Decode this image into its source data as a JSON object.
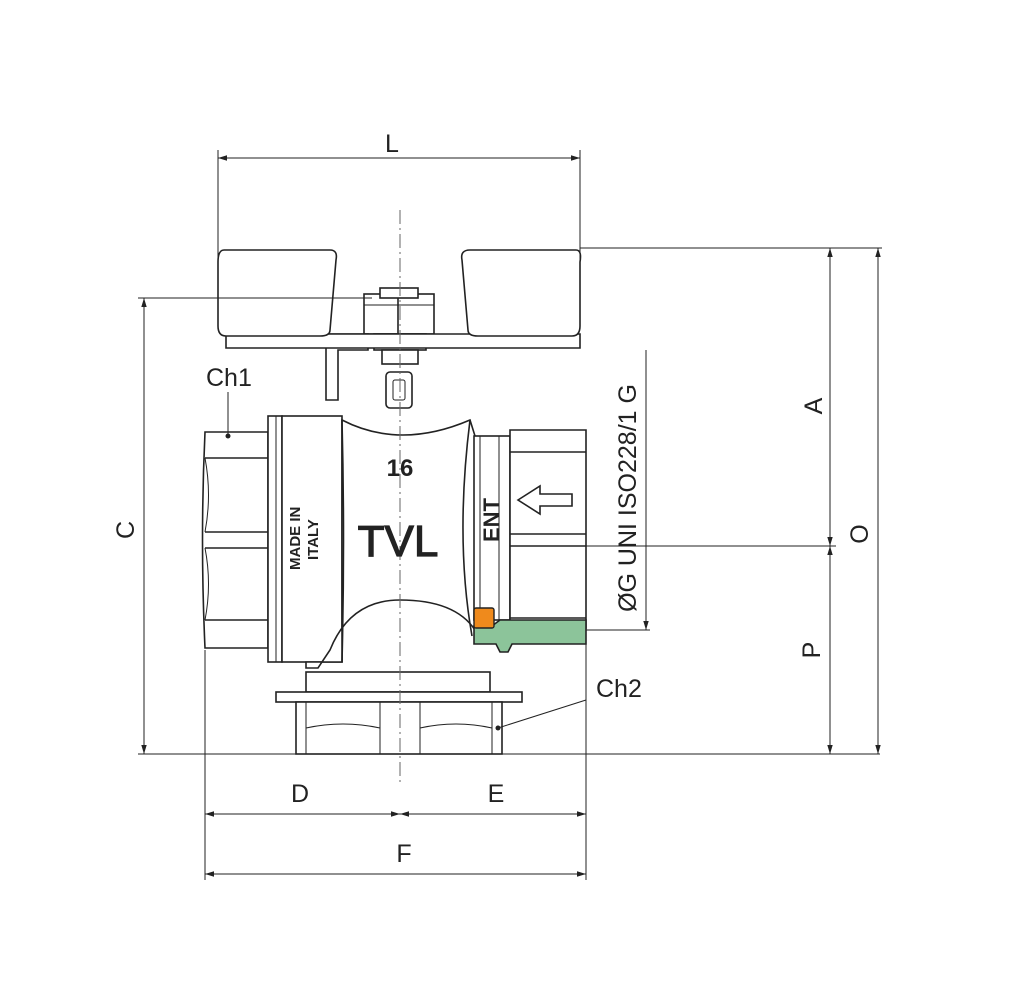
{
  "dimensions": {
    "L": "L",
    "C": "C",
    "A": "A",
    "O": "O",
    "P": "P",
    "D": "D",
    "E": "E",
    "F": "F",
    "thread": "ØG UNI ISO228/1 G"
  },
  "callouts": {
    "ch1": "Ch1",
    "ch2": "Ch2"
  },
  "body_marks": {
    "size": "16",
    "brand": "TVL",
    "origin_line1": "MADE IN",
    "origin_line2": "ITALY",
    "ent": "ENT"
  },
  "colors": {
    "accent_green": "#8cc49a",
    "accent_orange": "#ef8a1c",
    "line": "#222222"
  }
}
